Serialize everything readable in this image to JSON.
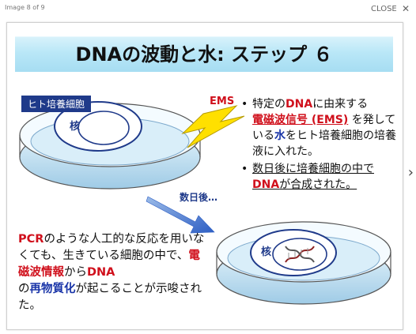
{
  "viewer": {
    "counter": "Image 8 of 9",
    "close_label": "CLOSE",
    "close_glyph": "✕",
    "next_glyph": "›"
  },
  "slide": {
    "title": "DNAの波動と水: ステップ ６",
    "cell_label": "ヒト培養細胞",
    "ems_label": "EMS",
    "nucleus_label": "核",
    "nucleus_label_2": "核",
    "days_label": "数日後…",
    "bullet_glyph": "•",
    "bullet1": {
      "a": "特定の",
      "b": "DNA",
      "c": "に由来する",
      "d": "電磁波信号 (EMS)",
      "e": " を発している",
      "f": "水",
      "g": "をヒト培養細胞の培養液に入れた。"
    },
    "bullet2": {
      "a": "数日後に培養細胞の中で",
      "b": "DNA",
      "c": "が合成された。"
    },
    "conclusion": {
      "a": "PCR",
      "b": "のような人工的な反応を用いなくても、生きている細胞の中で、",
      "c": "電磁波情報",
      "d": "から",
      "e": "DNA",
      "f": "の",
      "g": "再物質化",
      "h": "が起こることが示唆された。"
    }
  },
  "colors": {
    "accent_red": "#d0101c",
    "accent_blue": "#1a35a8",
    "banner": "#b9e7f7",
    "label_bg": "#1f3a8a"
  }
}
